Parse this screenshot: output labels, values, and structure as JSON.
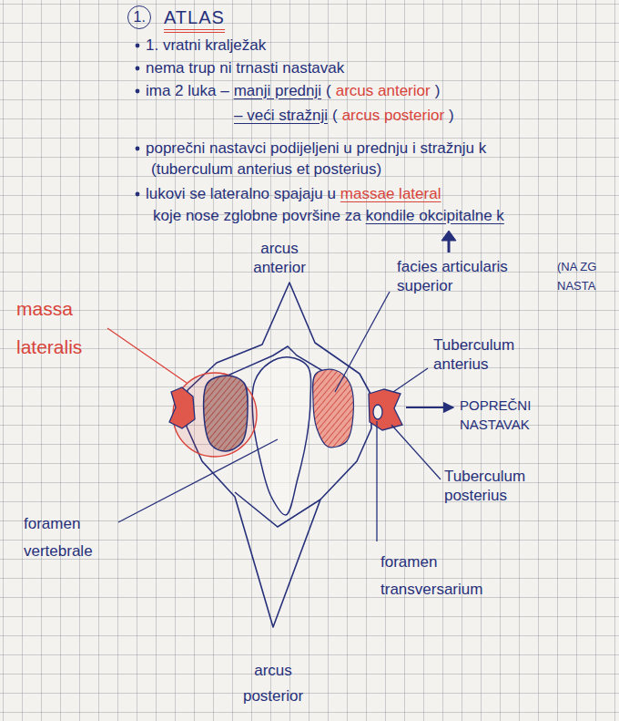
{
  "diagram": {
    "title": "ATLAS",
    "nodes": [
      {
        "text": [
          "1."
        ]
      }
    ],
    "labels": [
      "1. vratni kralježak",
      "nema trup ni trnasti nastavak",
      "ima 2 luka –",
      "manji prednji",
      "(",
      "arcus anterior",
      ")",
      "– veći stražnji",
      "(",
      "arcus posterior",
      ")",
      "poprečni nastavci podijeljeni u prednju i stražnju k",
      "(tuberculum anterius et posterius)",
      "lukovi se lateralno spajaju u",
      "massae lateral",
      "koje nose zglobne površine za",
      "kondile okcipitalne k",
      "arcus anterior",
      "facies articularis superior",
      "(NA ZG NASTA",
      "massa lateralis",
      "Tuberculum anterius",
      "POPREČNI NASTAVAK",
      "Tuberculum posterius",
      "foramen vertebrale",
      "foramen transversarium",
      "arcus posterior"
    ]
  }
}
